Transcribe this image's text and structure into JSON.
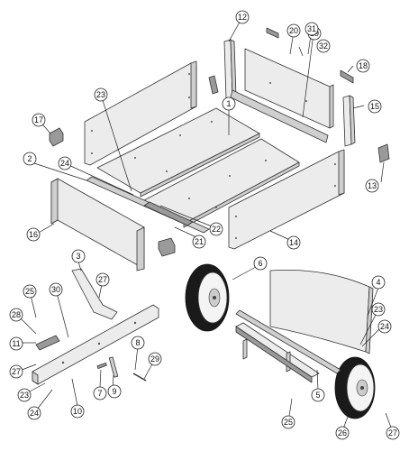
{
  "callouts": [
    {
      "id": "c1",
      "label": "1"
    },
    {
      "id": "c2",
      "label": "2"
    },
    {
      "id": "c3",
      "label": "3"
    },
    {
      "id": "c4",
      "label": "4"
    },
    {
      "id": "c5",
      "label": "5"
    },
    {
      "id": "c6",
      "label": "6"
    },
    {
      "id": "c7",
      "label": "7"
    },
    {
      "id": "c8",
      "label": "8"
    },
    {
      "id": "c9",
      "label": "9"
    },
    {
      "id": "c10",
      "label": "10"
    },
    {
      "id": "c11",
      "label": "11"
    },
    {
      "id": "c12",
      "label": "12"
    },
    {
      "id": "c13",
      "label": "13"
    },
    {
      "id": "c14",
      "label": "14"
    },
    {
      "id": "c15",
      "label": "15"
    },
    {
      "id": "c16",
      "label": "16"
    },
    {
      "id": "c17",
      "label": "17"
    },
    {
      "id": "c18",
      "label": "18"
    },
    {
      "id": "c19",
      "label": "19"
    },
    {
      "id": "c20",
      "label": "20"
    },
    {
      "id": "c21",
      "label": "21"
    },
    {
      "id": "c22",
      "label": "22"
    },
    {
      "id": "c23a",
      "label": "23"
    },
    {
      "id": "c24a",
      "label": "24"
    },
    {
      "id": "c23b",
      "label": "23"
    },
    {
      "id": "c24b",
      "label": "24"
    },
    {
      "id": "c25a",
      "label": "25"
    },
    {
      "id": "c25b",
      "label": "25"
    },
    {
      "id": "c23c",
      "label": "23"
    },
    {
      "id": "c24c",
      "label": "24"
    },
    {
      "id": "c26",
      "label": "26"
    },
    {
      "id": "c27a",
      "label": "27"
    },
    {
      "id": "c27b",
      "label": "27"
    },
    {
      "id": "c27c",
      "label": "27"
    },
    {
      "id": "c28",
      "label": "28"
    },
    {
      "id": "c29",
      "label": "29"
    },
    {
      "id": "c30",
      "label": "30"
    },
    {
      "id": "c31",
      "label": "31"
    },
    {
      "id": "c32",
      "label": "32"
    }
  ]
}
